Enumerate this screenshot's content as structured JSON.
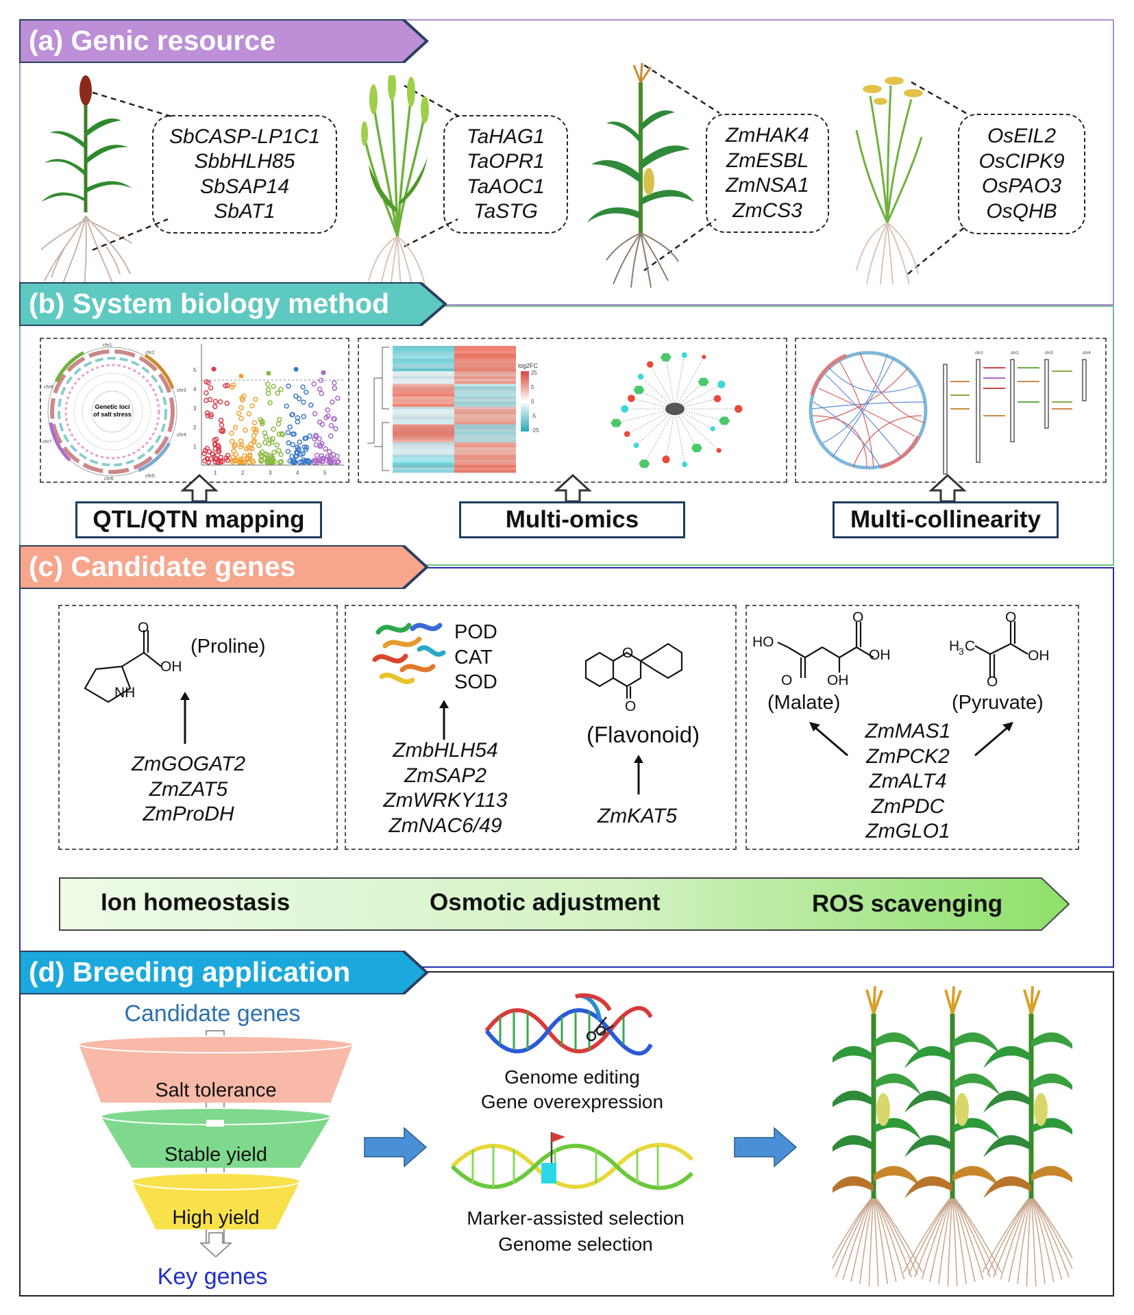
{
  "panels": {
    "a": {
      "title": "(a) Genic resource",
      "color": "#bd8fd6",
      "groups": [
        {
          "plant": "sorghum-plant",
          "genes": [
            "SbCASP-LP1C1",
            "SbbHLH85",
            "SbSAP14",
            "SbAT1"
          ]
        },
        {
          "plant": "wheat-plant",
          "genes": [
            "TaHAG1",
            "TaOPR1",
            "TaAOC1",
            "TaSTG"
          ]
        },
        {
          "plant": "maize-plant",
          "genes": [
            "ZmHAK4",
            "ZmESBL",
            "ZmNSA1",
            "ZmCS3"
          ]
        },
        {
          "plant": "rice-plant",
          "genes": [
            "OsEIL2",
            "OsCIPK9",
            "OsPAO3",
            "OsQHB"
          ]
        }
      ]
    },
    "b": {
      "title": "(b) System biology method",
      "color": "#5ec9c0",
      "methods": [
        "QTL/QTN mapping",
        "Multi-omics",
        "Multi-collinearity"
      ],
      "circos": {
        "center_label": [
          "Genetic loci",
          "of salt stress"
        ],
        "chr_labels": [
          "chr1",
          "chr2",
          "chr3",
          "chr4",
          "chr5",
          "chr6",
          "chr7",
          "chr8"
        ]
      },
      "manhattan": {
        "y_ticks": [
          "1",
          "2",
          "3",
          "4",
          "5"
        ],
        "x_ticks": [
          "1",
          "2",
          "3",
          "4",
          "5"
        ]
      },
      "heatmap": {
        "legend_title": "log2FC",
        "legend_ticks": [
          "25",
          "5",
          "0",
          "-5",
          "-25"
        ]
      },
      "karyotype": {
        "chr_labels": [
          "chr1",
          "chr2",
          "chr3",
          "chr4"
        ]
      }
    },
    "c": {
      "title": "(c) Candidate genes",
      "color": "#f7a58c",
      "groups": [
        {
          "metabolite": "(Proline)",
          "atoms": [
            "O",
            "OH",
            "NH"
          ],
          "genes": [
            "ZmGOGAT2",
            "ZmZAT5",
            "ZmProDH"
          ]
        },
        {
          "enzymes": [
            "POD",
            "CAT",
            "SOD"
          ],
          "genes": [
            "ZmbHLH54",
            "ZmSAP2",
            "ZmWRKY113",
            "ZmNAC6/49"
          ],
          "metabolite": "(Flavonoid)",
          "atoms": [
            "O",
            "O"
          ],
          "genes_2": [
            "ZmKAT5"
          ]
        },
        {
          "metabolites": [
            "(Malate)",
            "(Pyruvate)"
          ],
          "malate_atoms": [
            "HO",
            "O",
            "OH",
            "OH",
            "O"
          ],
          "pyruvate_atoms": [
            "H",
            "3",
            "C",
            "O",
            "OH",
            "O"
          ],
          "genes": [
            "ZmMAS1",
            "ZmPCK2",
            "ZmALT4",
            "ZmPDC",
            "ZmGLO1"
          ]
        }
      ],
      "processes": [
        "Ion homeostasis",
        "Osmotic adjustment",
        "ROS scavenging"
      ]
    },
    "d": {
      "title": "(d) Breeding application",
      "color": "#1ba8dc",
      "funnel_top": "Candidate genes",
      "funnel_levels": [
        {
          "label": "Salt tolerance",
          "color": "#f9b9a8"
        },
        {
          "label": "Stable yield",
          "color": "#7ed98c"
        },
        {
          "label": "High yield",
          "color": "#f8e14a"
        }
      ],
      "funnel_bottom": "Key genes",
      "technologies": [
        "Genome editing",
        "Gene overexpression",
        "Marker-assisted selection",
        "Genome selection"
      ],
      "accent_arrow": "#4a90d9"
    }
  }
}
